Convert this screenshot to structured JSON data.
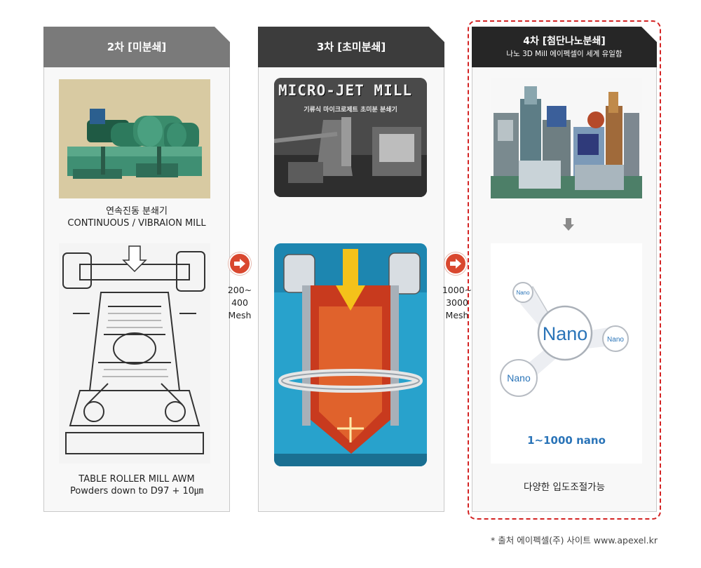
{
  "columns": [
    {
      "title": "2차 [미분쇄]",
      "caption1_line1": "연속진동 분쇄기",
      "caption1_line2": "CONTINUOUS / VIBRAION MILL",
      "caption2_line1": "TABLE ROLLER MILL AWM",
      "caption2_line2": "Powders down to D97 + 10㎛"
    },
    {
      "title": "3차 [초미분쇄]",
      "photo1_title": "MICRO-JET MILL",
      "photo1_subtitle": "기류식 마이크로제트 초미분 분쇄기"
    },
    {
      "title": "4차 [첨단나노분쇄]",
      "subtitle": "나노 3D Mill 에이펙셀이 세계 유일함",
      "nano_labels": [
        "Nano",
        "Nano",
        "Nano",
        "Nano"
      ],
      "range": "1~1000 nano",
      "caption": "다양한 입도조절가능"
    }
  ],
  "transitions": [
    {
      "line1": "200~",
      "line2": "400",
      "line3": "Mesh"
    },
    {
      "line1": "1000~",
      "line2": "3000",
      "line3": "Mesh"
    }
  ],
  "source": "* 출처 에이펙셀(주) 사이트 www.apexel.kr",
  "colors": {
    "header_col1": "#7a7a7a",
    "header_col2": "#3c3c3c",
    "header_col3": "#262626",
    "arrow": "#d9482f",
    "highlight_border": "#d42424",
    "nano_text": "#2a74b8"
  }
}
